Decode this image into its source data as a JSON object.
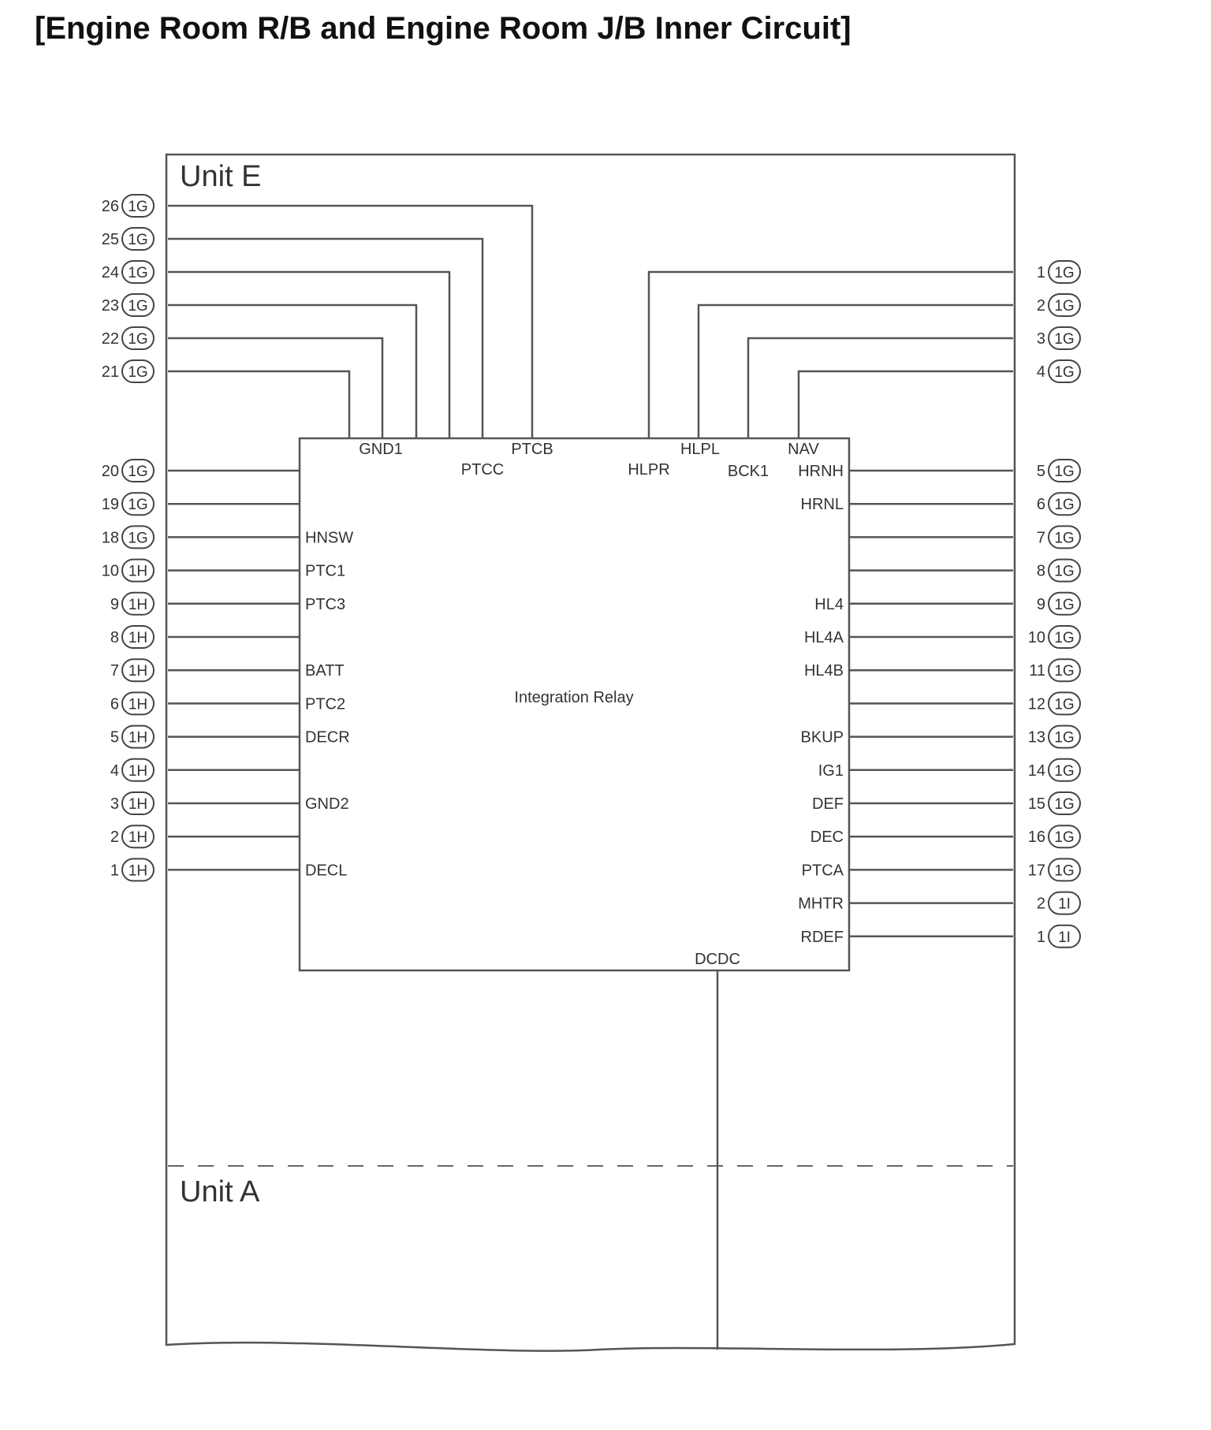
{
  "title": "[Engine Room R/B and Engine Room J/B Inner Circuit]",
  "units": {
    "top": "Unit E",
    "bottom": "Unit A"
  },
  "relay": {
    "name": "Integration Relay",
    "bottom_pin": "DCDC",
    "top_left_pins": [
      {
        "label": "GND1",
        "pin": "21",
        "connector": "1G"
      },
      {
        "label": "",
        "pin": "22",
        "connector": "1G"
      },
      {
        "label": "",
        "pin": "23",
        "connector": "1G"
      },
      {
        "label": "",
        "pin": "24",
        "connector": "1G"
      },
      {
        "label": "PTCC",
        "pin": "25",
        "connector": "1G"
      },
      {
        "label": "PTCB",
        "pin": "26",
        "connector": "1G"
      }
    ],
    "top_right_pins": [
      {
        "label": "HLPR",
        "pin": "1",
        "connector": "1G"
      },
      {
        "label": "HLPL",
        "pin": "2",
        "connector": "1G"
      },
      {
        "label": "BCK1",
        "pin": "3",
        "connector": "1G"
      },
      {
        "label": "NAV",
        "pin": "4",
        "connector": "1G"
      }
    ],
    "left_pins": [
      {
        "pin": "20",
        "connector": "1G",
        "label": ""
      },
      {
        "pin": "19",
        "connector": "1G",
        "label": ""
      },
      {
        "pin": "18",
        "connector": "1G",
        "label": "HNSW"
      },
      {
        "pin": "10",
        "connector": "1H",
        "label": "PTC1"
      },
      {
        "pin": "9",
        "connector": "1H",
        "label": "PTC3"
      },
      {
        "pin": "8",
        "connector": "1H",
        "label": ""
      },
      {
        "pin": "7",
        "connector": "1H",
        "label": "BATT"
      },
      {
        "pin": "6",
        "connector": "1H",
        "label": "PTC2"
      },
      {
        "pin": "5",
        "connector": "1H",
        "label": "DECR"
      },
      {
        "pin": "4",
        "connector": "1H",
        "label": ""
      },
      {
        "pin": "3",
        "connector": "1H",
        "label": "GND2"
      },
      {
        "pin": "2",
        "connector": "1H",
        "label": ""
      },
      {
        "pin": "1",
        "connector": "1H",
        "label": "DECL"
      }
    ],
    "right_pins": [
      {
        "pin": "5",
        "connector": "1G",
        "label": "HRNH"
      },
      {
        "pin": "6",
        "connector": "1G",
        "label": "HRNL"
      },
      {
        "pin": "7",
        "connector": "1G",
        "label": ""
      },
      {
        "pin": "8",
        "connector": "1G",
        "label": ""
      },
      {
        "pin": "9",
        "connector": "1G",
        "label": "HL4"
      },
      {
        "pin": "10",
        "connector": "1G",
        "label": "HL4A"
      },
      {
        "pin": "11",
        "connector": "1G",
        "label": "HL4B"
      },
      {
        "pin": "12",
        "connector": "1G",
        "label": ""
      },
      {
        "pin": "13",
        "connector": "1G",
        "label": "BKUP"
      },
      {
        "pin": "14",
        "connector": "1G",
        "label": "IG1"
      },
      {
        "pin": "15",
        "connector": "1G",
        "label": "DEF"
      },
      {
        "pin": "16",
        "connector": "1G",
        "label": "DEC"
      },
      {
        "pin": "17",
        "connector": "1G",
        "label": "PTCA"
      },
      {
        "pin": "2",
        "connector": "1I",
        "label": "MHTR"
      },
      {
        "pin": "1",
        "connector": "1I",
        "label": "RDEF"
      }
    ]
  }
}
